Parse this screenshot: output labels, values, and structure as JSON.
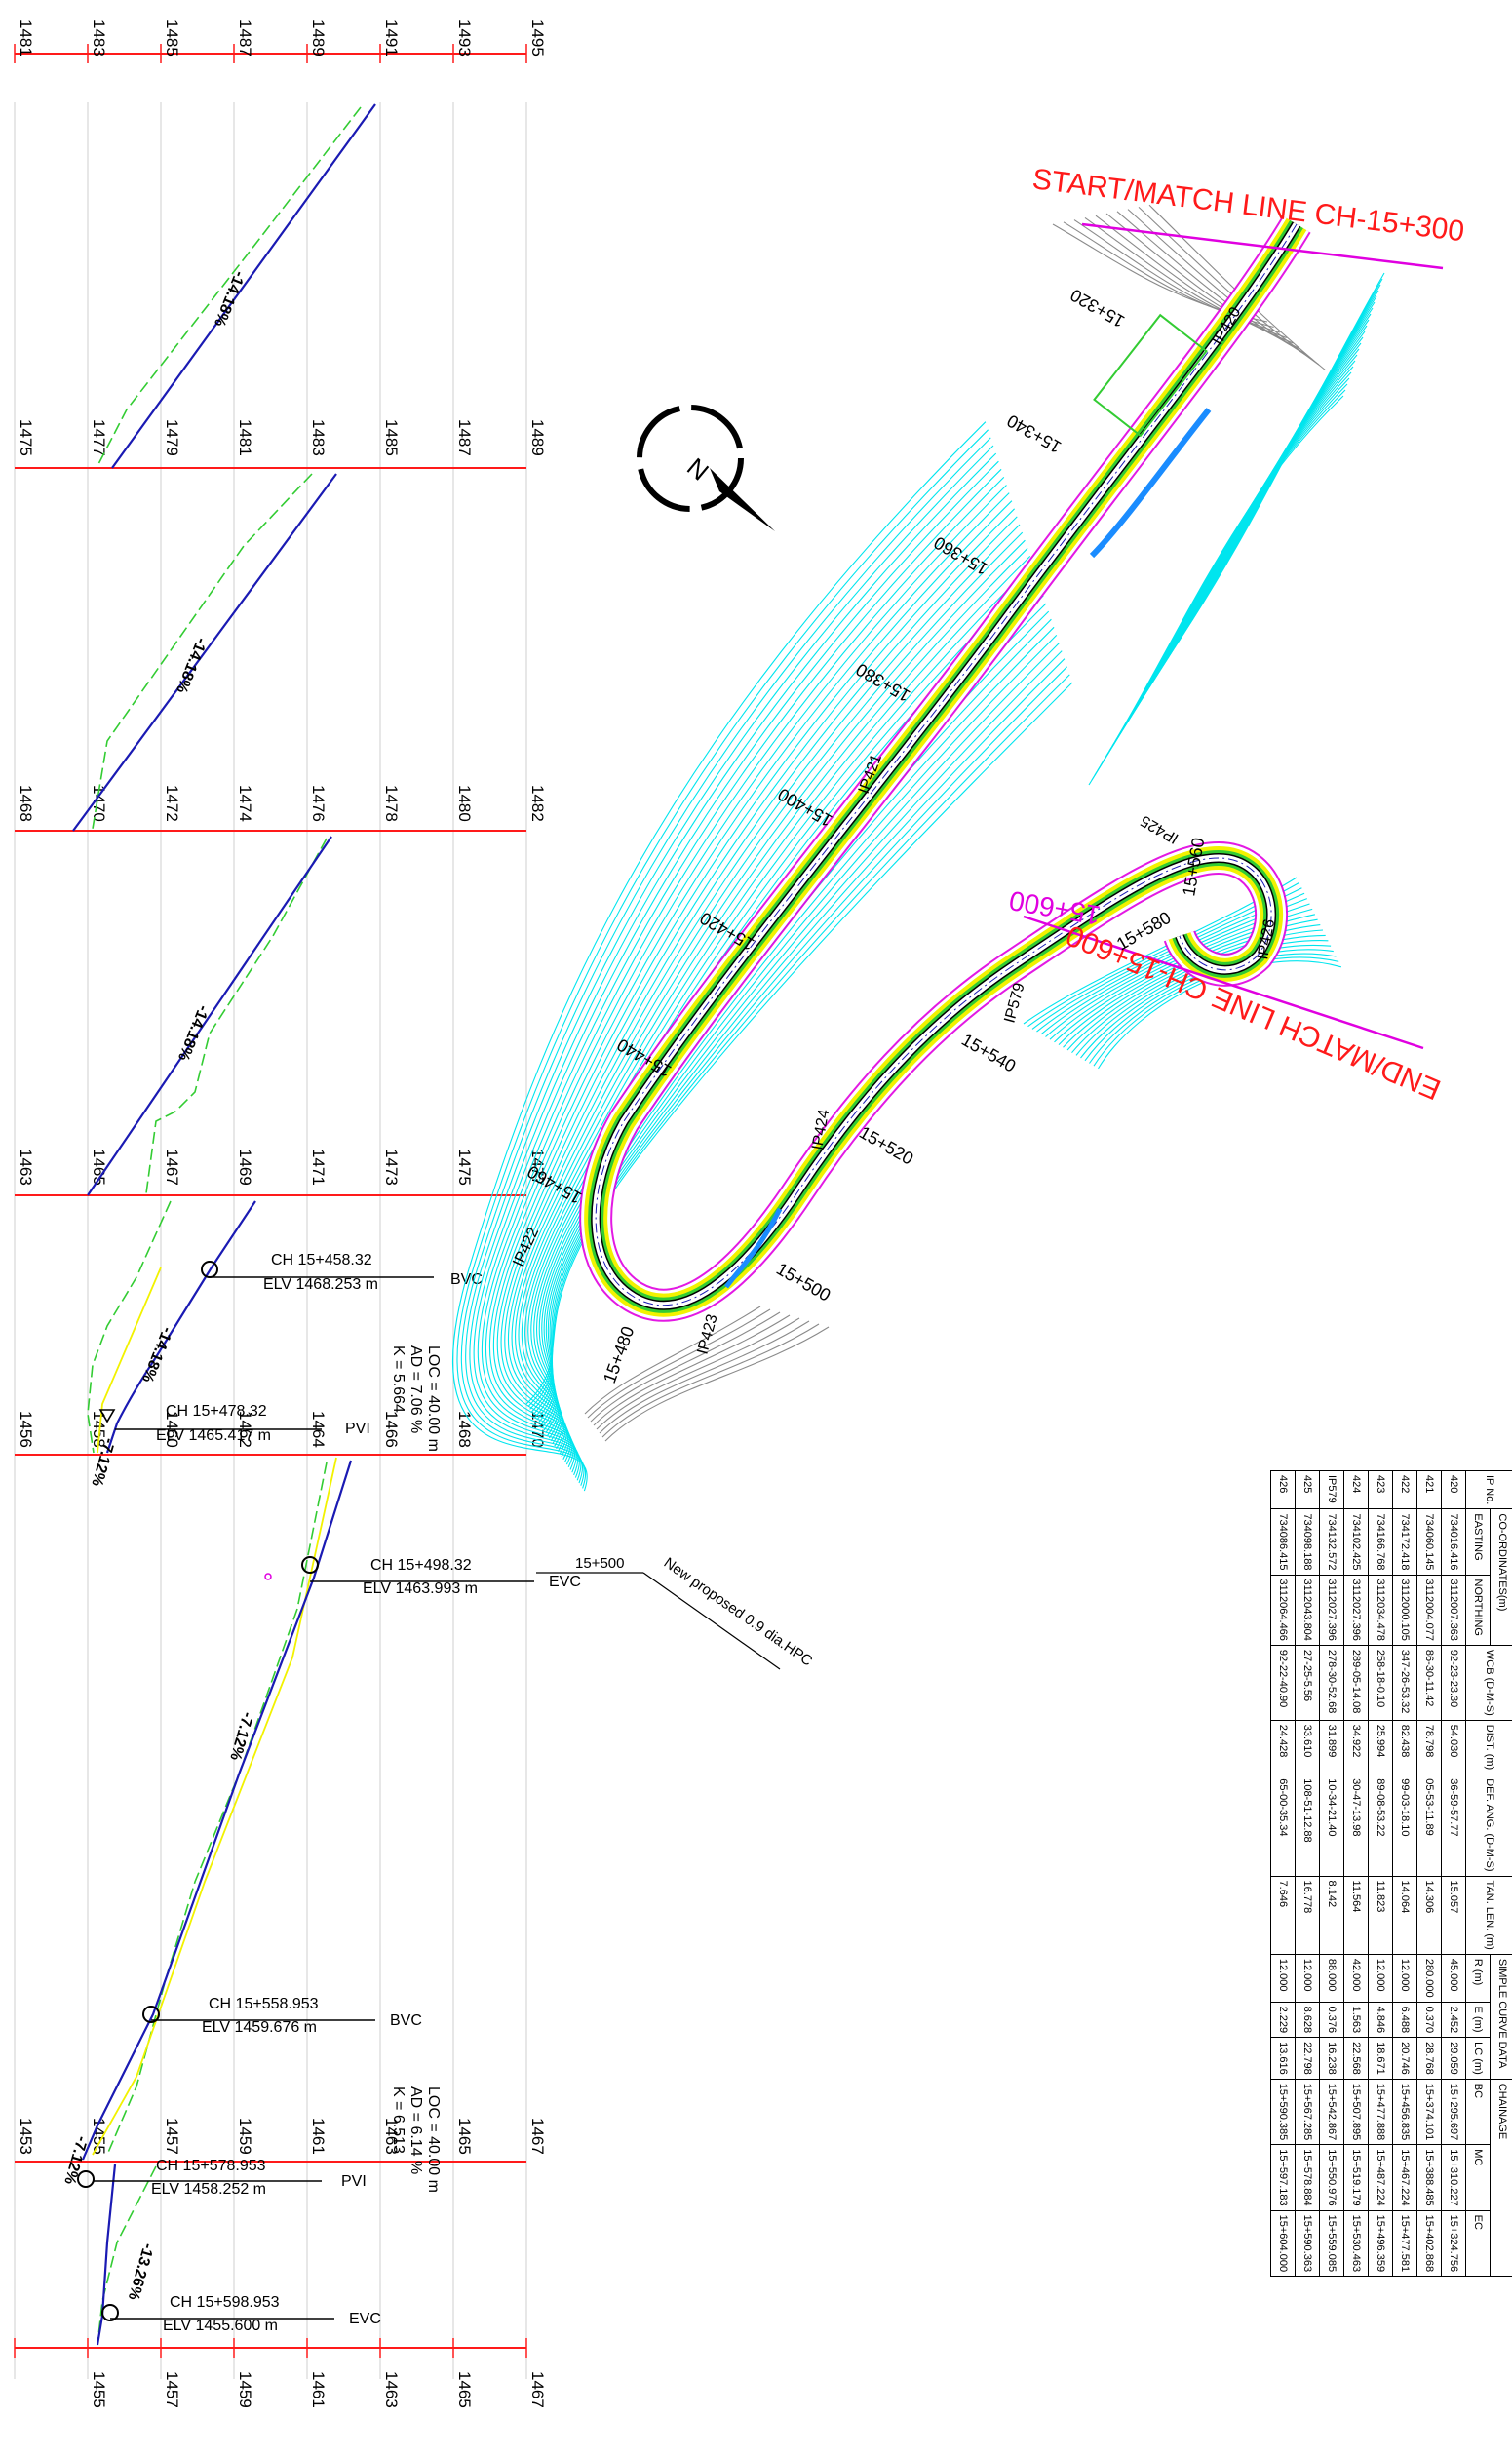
{
  "profile": {
    "panels": [
      {
        "ticks": [
          "1481",
          "1483",
          "1485",
          "1487",
          "1489",
          "1491",
          "1493",
          "1495"
        ]
      },
      {
        "ticks": [
          "1475",
          "1477",
          "1479",
          "1481",
          "1483",
          "1485",
          "1487",
          "1489"
        ]
      },
      {
        "ticks": [
          "1468",
          "1470",
          "1472",
          "1474",
          "1476",
          "1478",
          "1480",
          "1482"
        ]
      },
      {
        "ticks": [
          "1463",
          "1465",
          "1467",
          "1469",
          "1471",
          "1473",
          "1475",
          "1477"
        ]
      },
      {
        "ticks": [
          "1456",
          "1458",
          "1460",
          "1462",
          "1464",
          "1466",
          "1468",
          "1470"
        ]
      },
      {
        "ticks": [
          "1453",
          "1455",
          "1457",
          "1459",
          "1461",
          "1463",
          "1465",
          "1467"
        ]
      },
      {
        "ticks": [
          "1455",
          "1457",
          "1459",
          "1461",
          "1463",
          "1465",
          "1467"
        ]
      }
    ],
    "grades": [
      "-14.18%",
      "-14.18%",
      "-14.18%",
      "-14.18%",
      "-7.12%",
      "-7.12%",
      "-13.26%",
      "-7.12%"
    ],
    "curve_points": [
      {
        "ch": "CH 15+458.32",
        "elv": "ELV 1468.253 m",
        "tag": "BVC"
      },
      {
        "ch": "CH 15+478.32",
        "elv": "ELV 1465.417 m",
        "tag": "PVI"
      },
      {
        "ch": "CH 15+498.32",
        "elv": "ELV 1463.993 m",
        "tag": "EVC"
      },
      {
        "ch": "CH 15+558.953",
        "elv": "ELV 1459.676 m",
        "tag": "BVC"
      },
      {
        "ch": "CH 15+578.953",
        "elv": "ELV 1458.252 m",
        "tag": "PVI"
      },
      {
        "ch": "CH 15+598.953",
        "elv": "ELV 1455.600 m",
        "tag": "EVC"
      }
    ],
    "curve_params": [
      {
        "loc": "LOC = 40.00 m",
        "ad": "AD = 7.06 %",
        "k": "K = 5.664"
      },
      {
        "loc": "LOC = 40.00 m",
        "ad": "AD = 6.14 %",
        "k": "K = 6.513"
      }
    ],
    "culvert_chainage": "15+500",
    "culvert_note": "New proposed 0.9 dia.HPC"
  },
  "plan": {
    "start_label": "START/MATCH LINE CH-15+300",
    "end_label": "END/MATCH LINE CH-15+600",
    "overlap_label": "15+600",
    "ip_labels": [
      "IP420",
      "IP421",
      "IP422",
      "IP423",
      "IP424",
      "IP579",
      "IP425",
      "IP426"
    ],
    "chainage_labels": [
      "15+320",
      "15+340",
      "15+360",
      "15+380",
      "15+400",
      "15+420",
      "15+440",
      "15+460",
      "15+480",
      "15+500",
      "15+520",
      "15+540",
      "15+560",
      "15+580"
    ],
    "north_letter": "N"
  },
  "ip_table": {
    "header_group1": "CO-ORDINATES(m)",
    "header_group2": "SIMPLE CURVE DATA",
    "header_group3": "CHAINAGE",
    "columns": [
      "IP No.",
      "EASTING",
      "NORTHING",
      "WCB (D-M-S)",
      "DIST. (m)",
      "DEF. ANG. (D-M-S)",
      "TAN. LEN. (m)",
      "R (m)",
      "E (m)",
      "LC (m)",
      "BC",
      "MC",
      "EC"
    ],
    "rows": [
      [
        "420",
        "734016.416",
        "3112007.363",
        "92-23-23.30",
        "54.030",
        "36-59-57.77",
        "15.057",
        "45.000",
        "2.452",
        "29.059",
        "15+295.697",
        "15+310.227",
        "15+324.756"
      ],
      [
        "421",
        "734060.145",
        "3112004.077",
        "86-30-11.42",
        "78.798",
        "05-53-11.89",
        "14.306",
        "280.000",
        "0.370",
        "28.768",
        "15+374.101",
        "15+388.485",
        "15+402.868"
      ],
      [
        "422",
        "734172.418",
        "3112000.105",
        "347-26-53.32",
        "82.438",
        "99-03-18.10",
        "14.064",
        "12.000",
        "6.488",
        "20.746",
        "15+456.835",
        "15+467.224",
        "15+477.581"
      ],
      [
        "423",
        "734166.768",
        "3112034.478",
        "258-18-0.10",
        "25.994",
        "89-08-53.22",
        "11.823",
        "12.000",
        "4.846",
        "18.671",
        "15+477.888",
        "15+487.224",
        "15+496.359"
      ],
      [
        "424",
        "734102.425",
        "3112027.396",
        "289-05-14.08",
        "34.922",
        "30-47-13.98",
        "11.564",
        "42.000",
        "1.563",
        "22.568",
        "15+507.895",
        "15+519.179",
        "15+530.463"
      ],
      [
        "IP579",
        "734132.572",
        "3112027.396",
        "278-30-52.68",
        "31.899",
        "10-34-21.40",
        "8.142",
        "88.000",
        "0.376",
        "16.238",
        "15+542.867",
        "15+550.976",
        "15+559.085"
      ],
      [
        "425",
        "734098.188",
        "3112043.804",
        "27-25-5.56",
        "33.610",
        "108-51-12.88",
        "16.778",
        "12.000",
        "8.628",
        "22.798",
        "15+567.285",
        "15+578.884",
        "15+590.363"
      ],
      [
        "426",
        "734086.415",
        "3112064.466",
        "92-22-40.90",
        "24.428",
        "65-00-35.34",
        "7.646",
        "12.000",
        "2.229",
        "13.616",
        "15+590.385",
        "15+597.183",
        "15+604.000"
      ]
    ]
  },
  "colors": {
    "axis": "#ff1a1a",
    "design_profile": "#1a1ab3",
    "ground": "#33cc33",
    "contour": "#00e5ee",
    "magenta": "#e000e0",
    "yellow": "#f2f200"
  }
}
